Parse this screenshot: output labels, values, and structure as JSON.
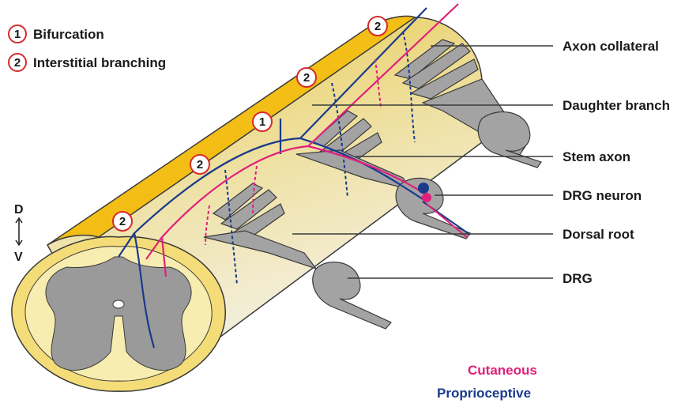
{
  "legend": {
    "items": [
      {
        "number": "1",
        "label": "Bifurcation"
      },
      {
        "number": "2",
        "label": "Interstitial branching"
      }
    ]
  },
  "labels": {
    "axon_collateral": "Axon collateral",
    "daughter_branch": "Daughter branch",
    "stem_axon": "Stem axon",
    "drg_neuron": "DRG neuron",
    "dorsal_root": "Dorsal root",
    "drg": "DRG"
  },
  "orientation": {
    "dorsal": "D",
    "ventral": "V"
  },
  "markers": {
    "bifurcation": "1",
    "interstitial": "2"
  },
  "fiber_types": {
    "cutaneous": {
      "label": "Cutaneous",
      "color": "#e0207a"
    },
    "proprioceptive": {
      "label": "Proprioceptive",
      "color": "#1a3a8c"
    }
  },
  "colors": {
    "cord_top": "#f5c518",
    "cord_side": "#e9d48a",
    "white_matter": "#f7edb0",
    "grey_matter": "#9a9a9a",
    "root": "#a3a3a3",
    "outline": "#3a3a3a"
  }
}
